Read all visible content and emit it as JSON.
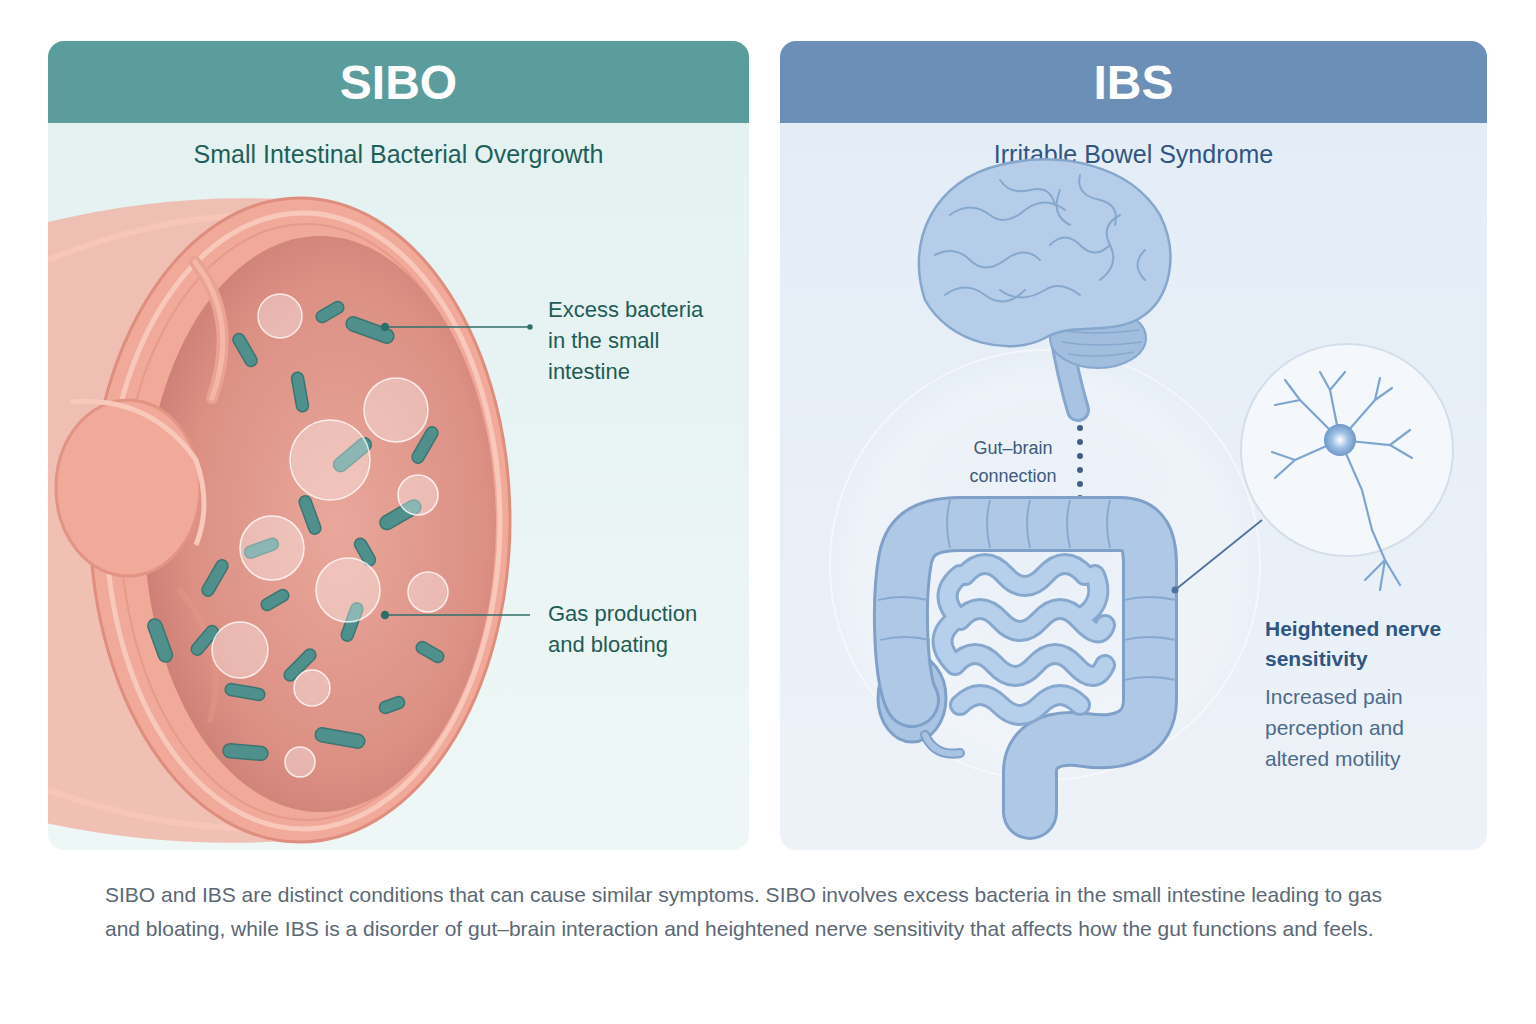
{
  "diagram": {
    "caption": "SIBO and IBS are distinct conditions that can cause similar symptoms. SIBO involves excess bacteria in the small intestine leading to gas and bloating, while IBS is a disorder of gut–brain interaction and heightened nerve sensitivity that affects how the gut functions and feels.",
    "nodes": [
      {
        "text": [
          "SIBO",
          "Small Intestinal Bacterial Overgrowth"
        ]
      },
      {
        "text": [
          "IBS",
          "Irritable Bowel Syndrome"
        ]
      }
    ],
    "labels": [
      "Excess bacteria in the small intestine",
      "Gas production and bloating",
      "Gut–brain connection",
      "Heightened nerve sensitivity",
      "Increased pain perception and altered motility"
    ]
  }
}
